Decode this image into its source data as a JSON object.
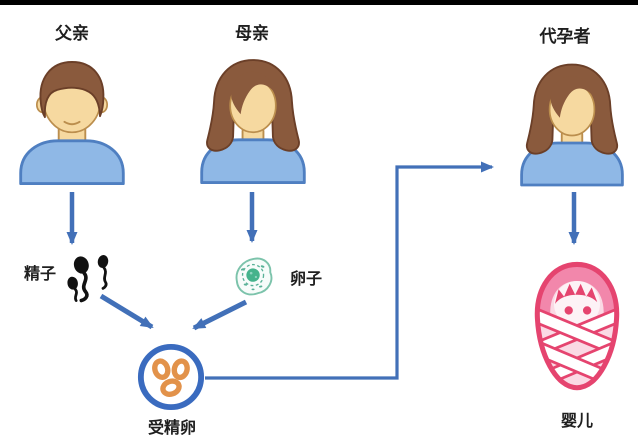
{
  "page": {
    "background": "#ffffff",
    "top_bar_color": "#000000"
  },
  "diagram": {
    "nodes": {
      "father": {
        "label": "父亲",
        "type": "person-male"
      },
      "mother": {
        "label": "母亲",
        "type": "person-female"
      },
      "surrogate": {
        "label": "代孕者",
        "type": "person-female"
      },
      "sperm": {
        "label": "精子",
        "type": "sperm-cells"
      },
      "egg": {
        "label": "卵子",
        "type": "egg-cell"
      },
      "zygote": {
        "label": "受精卵",
        "type": "fertilized-egg"
      },
      "baby": {
        "label": "婴儿",
        "type": "swaddled-baby"
      }
    },
    "edges": [
      {
        "from": "father",
        "to": "sperm"
      },
      {
        "from": "mother",
        "to": "egg"
      },
      {
        "from": "sperm",
        "to": "zygote"
      },
      {
        "from": "egg",
        "to": "zygote"
      },
      {
        "from": "zygote",
        "to": "surrogate"
      },
      {
        "from": "surrogate",
        "to": "baby"
      }
    ],
    "colors": {
      "top_bar": "#000000",
      "label_color": "#1f1f1f",
      "arrow_blue": "#4270b8",
      "shirt_fill": "#8fb8e6",
      "shirt_outline": "#4f7fc1",
      "skin": "#f6d9a0",
      "skin_outline": "#bb8e4d",
      "hair_brown": "#8a5a3d",
      "hair_outline": "#6b3f28",
      "sperm_black": "#111111",
      "egg_teal": "#45b38c",
      "egg_outline": "#7cc3ab",
      "zygote_ring_blue": "#3a6bbf",
      "zygote_cell_orange": "#e2924a",
      "baby_pink": "#e5446f",
      "baby_hood_pink": "#f287ab",
      "baby_fill_pink": "#fad9e4"
    }
  }
}
